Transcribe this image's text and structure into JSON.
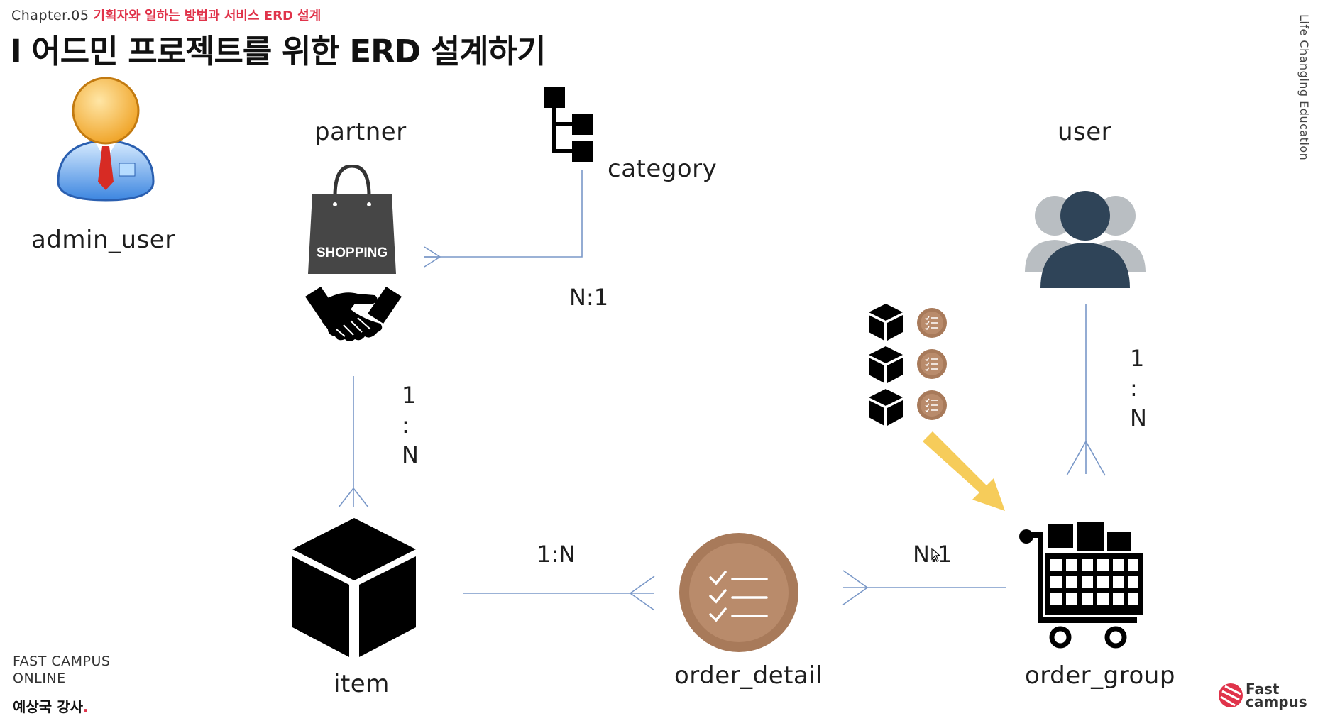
{
  "header": {
    "chapter": "Chapter.05",
    "subtitle": "기획자와 일하는 방법과 서비스 ERD 설계",
    "title": "I 어드민 프로젝트를 위한 ERD 설계하기"
  },
  "side_text": "Life Changing Education",
  "entities": {
    "admin_user": "admin_user",
    "partner": "partner",
    "category": "category",
    "user": "user",
    "item": "item",
    "order_detail": "order_detail",
    "order_group": "order_group"
  },
  "relations": {
    "partner_category": "N:1",
    "partner_item_one": "1",
    "partner_item_colon": ":",
    "partner_item_n": "N",
    "user_order_one": "1",
    "user_order_colon": ":",
    "user_order_n": "N",
    "item_detail": "1:N",
    "detail_group": "N:1"
  },
  "shopping_bag_text": "SHOPPING",
  "footer": {
    "school_line1": "FAST CAMPUS",
    "school_line2": "ONLINE",
    "instructor": "예상국 강사",
    "instructor_dot": "."
  },
  "brand": {
    "line1": "Fast",
    "line2": "campus",
    "color": "#e0334a"
  },
  "colors": {
    "connector": "#7a98c8",
    "accent_red": "#e0334a",
    "bronze": "#a87a5a",
    "arrow_yellow": "#f6cc5a",
    "user_dark": "#2f4458",
    "user_light": "#b9bec2"
  }
}
